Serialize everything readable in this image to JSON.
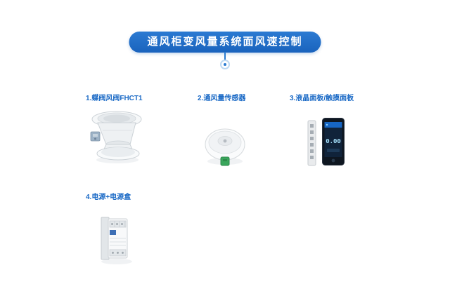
{
  "banner": {
    "title": "通风柜变风量系统面风速控制"
  },
  "items": [
    {
      "label": "1.蝶阀风阀FHCT1"
    },
    {
      "label": "2.通风量传感器"
    },
    {
      "label": "3.液晶面板/触摸面板"
    },
    {
      "label": "4.电源+电源盒"
    }
  ],
  "touch_panel": {
    "reading": "0.00"
  },
  "colors": {
    "accent": "#1b6ac6",
    "banner_bg": "#1f6fc4",
    "label_text": "#1b6ac6",
    "sensor_connector": "#3aa65c",
    "touch_screen_bg": "#10233a"
  }
}
